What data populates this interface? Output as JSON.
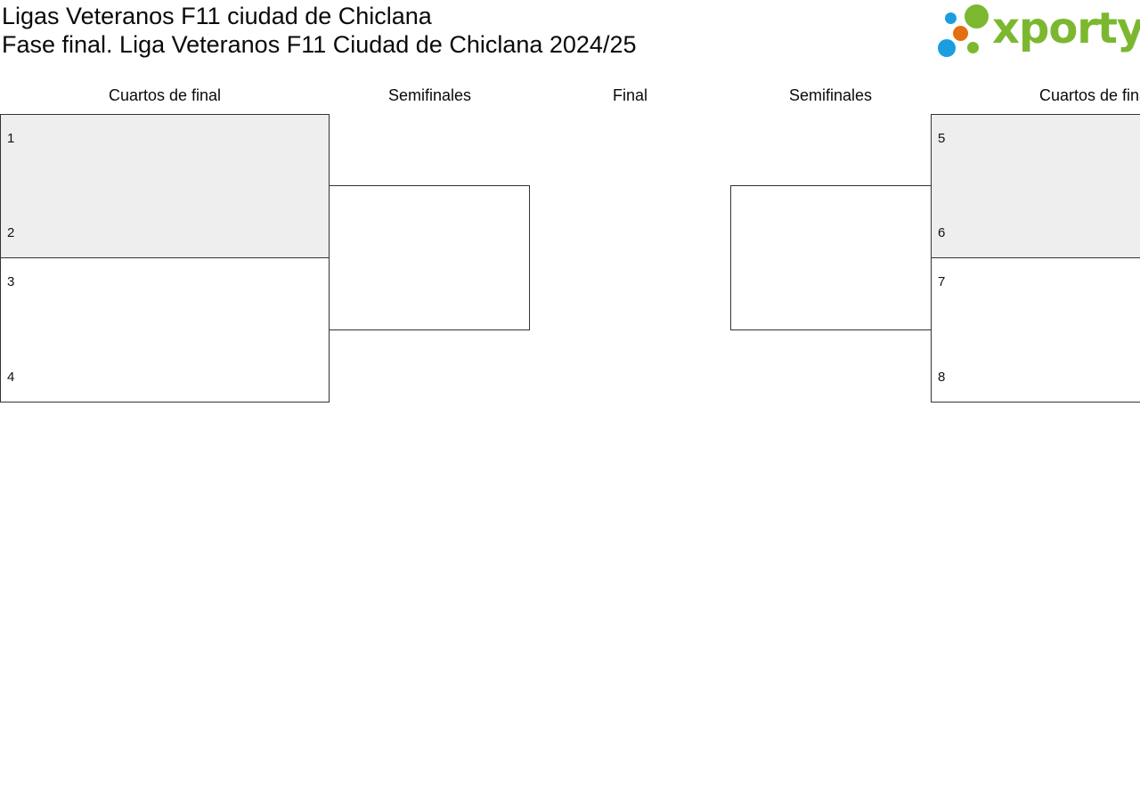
{
  "header": {
    "title": "Ligas Veteranos F11 ciudad de Chiclana",
    "subtitle": "Fase final. Liga Veteranos F11 Ciudad de Chiclana 2024/25"
  },
  "logo": {
    "text": "xporty",
    "colors": {
      "green": "#7cb82f",
      "orange": "#e36f12",
      "blue": "#1a9ee0"
    }
  },
  "columns": {
    "left_quarterfinals": "Cuartos de final",
    "left_semifinals": "Semifinales",
    "final": "Final",
    "right_semifinals": "Semifinales",
    "right_quarterfinals": "Cuartos de final"
  },
  "bracket": {
    "left_quarterfinals": [
      {
        "home_seed": "1",
        "away_seed": "2",
        "shaded": true
      },
      {
        "home_seed": "3",
        "away_seed": "4",
        "shaded": false
      }
    ],
    "right_quarterfinals": [
      {
        "home_seed": "5",
        "away_seed": "6",
        "shaded": true
      },
      {
        "home_seed": "7",
        "away_seed": "8",
        "shaded": false
      }
    ]
  },
  "colors": {
    "shaded_match": "#eeeeee",
    "border": "#333333"
  }
}
